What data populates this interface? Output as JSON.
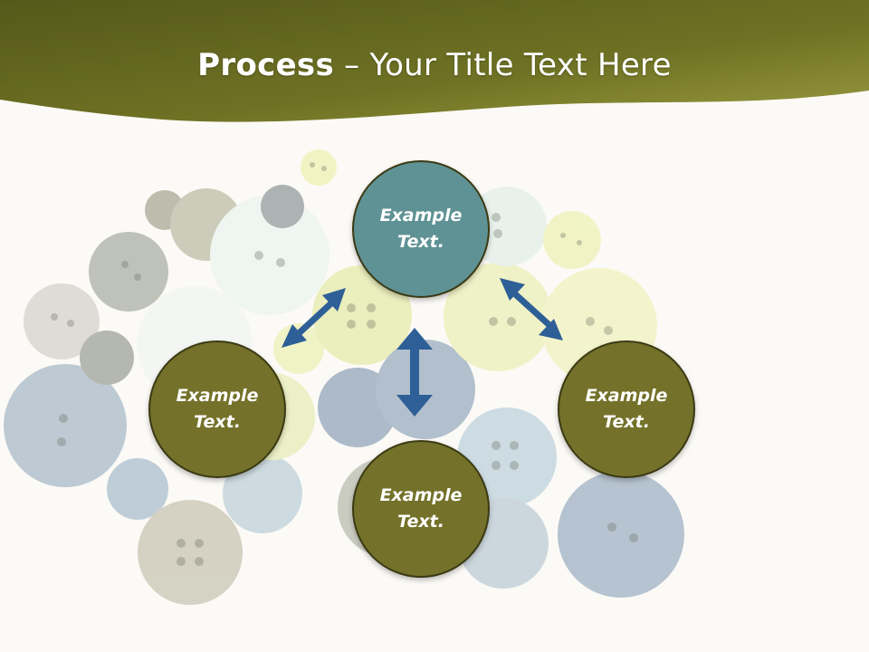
{
  "title": {
    "bold": "Process",
    "rest": " – Your Title Text Here"
  },
  "colors": {
    "header": "#6b6d22",
    "header_light": "#8f9236",
    "teal": "#5f9294",
    "olive": "#74712a",
    "arrow": "#2e5f97"
  },
  "nodes": [
    {
      "label": "Example\nText.",
      "color": "#5f9294"
    },
    {
      "label": "Example\nText.",
      "color": "#74712a"
    },
    {
      "label": "Example\nText.",
      "color": "#74712a"
    },
    {
      "label": "Example\nText.",
      "color": "#74712a"
    }
  ]
}
